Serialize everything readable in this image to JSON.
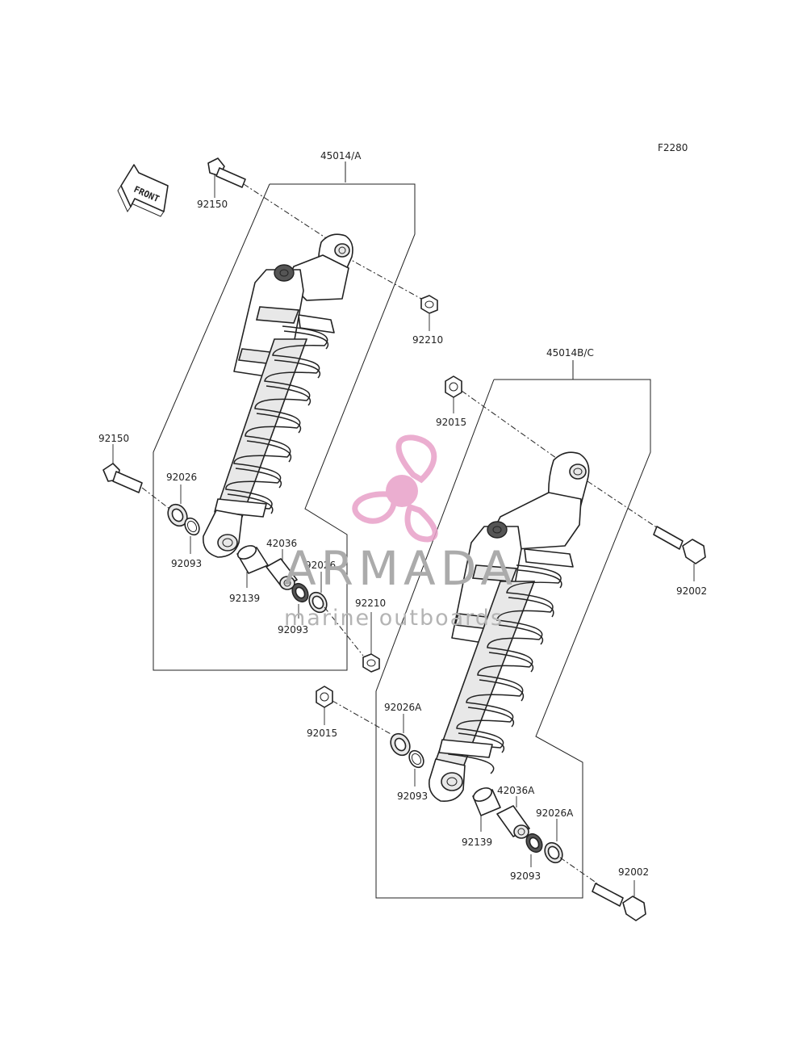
{
  "figure_code": "F2280",
  "front_label": "FRONT",
  "watermark": {
    "brand": "ARMADA",
    "tagline": "marine outboards",
    "color": "#e8a0c8",
    "text_color": "#ababab"
  },
  "assemblies": {
    "upper": {
      "assembly_label": "45014/A",
      "labels": {
        "bolt_top": "92150",
        "nut_top": "92210",
        "bolt_side": "92150",
        "washer": "92026",
        "seal_left": "92093",
        "bushing": "92139",
        "collar": "42036",
        "washer_right": "92026",
        "seal_right": "92093",
        "nut_bottom": "92210"
      }
    },
    "lower": {
      "assembly_label": "45014B/C",
      "labels": {
        "nut_top": "92015",
        "bolt_top": "92002",
        "nut_side": "92015",
        "washer": "92026A",
        "seal_left": "92093",
        "bushing": "92139",
        "collar": "42036A",
        "washer_right": "92026A",
        "seal_right": "92093",
        "bolt_bottom": "92002"
      }
    }
  }
}
